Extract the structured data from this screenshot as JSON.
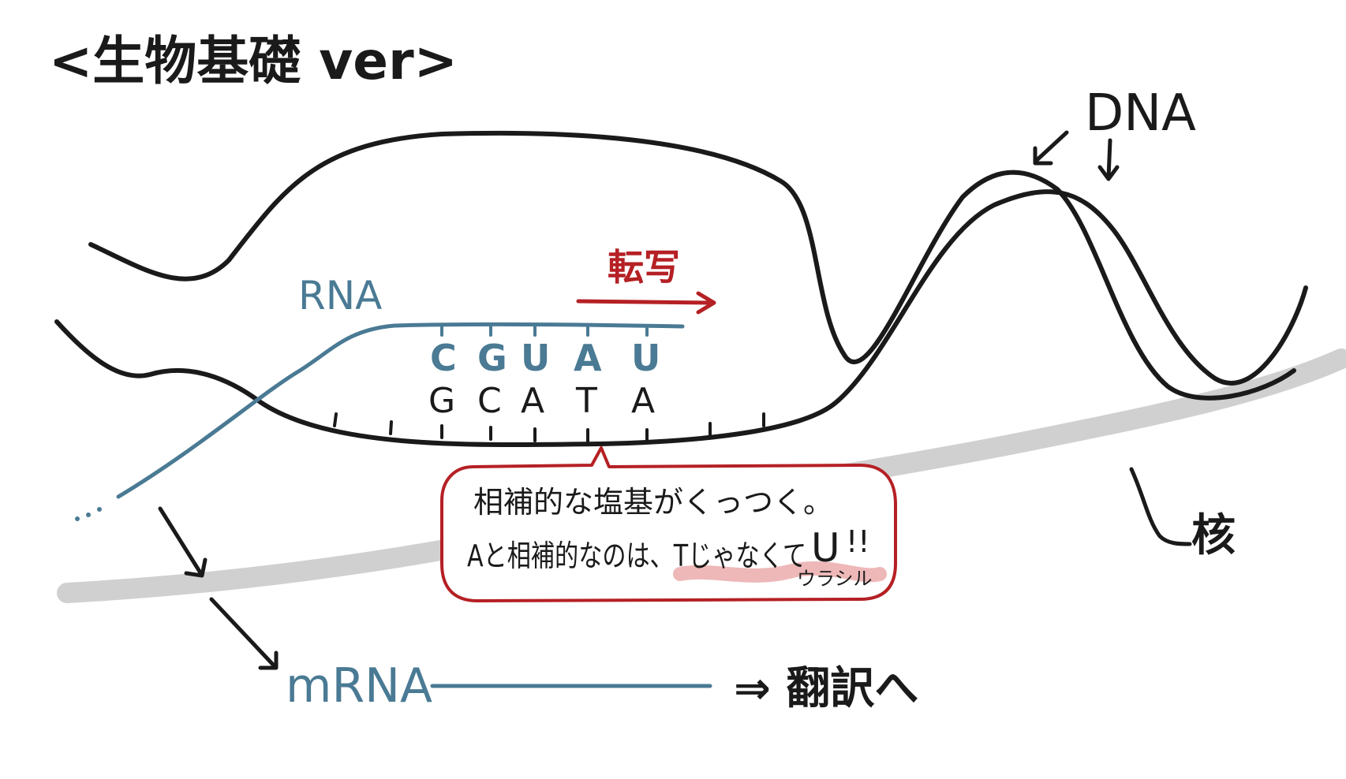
{
  "title": "<生物基礎 ver>",
  "labels": {
    "dna": "DNA",
    "rna": "RNA",
    "transcription": "転写",
    "nucleus": "核",
    "mrna": "mRNA",
    "translation": "⇒ 翻訳へ"
  },
  "rna_bases": [
    "C",
    "G",
    "U",
    "A",
    "U"
  ],
  "dna_bases": [
    "G",
    "C",
    "A",
    "T",
    "A"
  ],
  "bubble": {
    "line1": "相補的な塩基がくっつく。",
    "line2": "Aと相補的なのは、Tじゃなくて",
    "u_letter": "U",
    "exclaim": "!!",
    "uracil_note": "ウラシル"
  },
  "colors": {
    "ink": "#1a1a1a",
    "rna": "#4a7a94",
    "transcription": "#b52024",
    "nucleus": "#d0d0d0",
    "highlight": "#e8a0a0"
  }
}
